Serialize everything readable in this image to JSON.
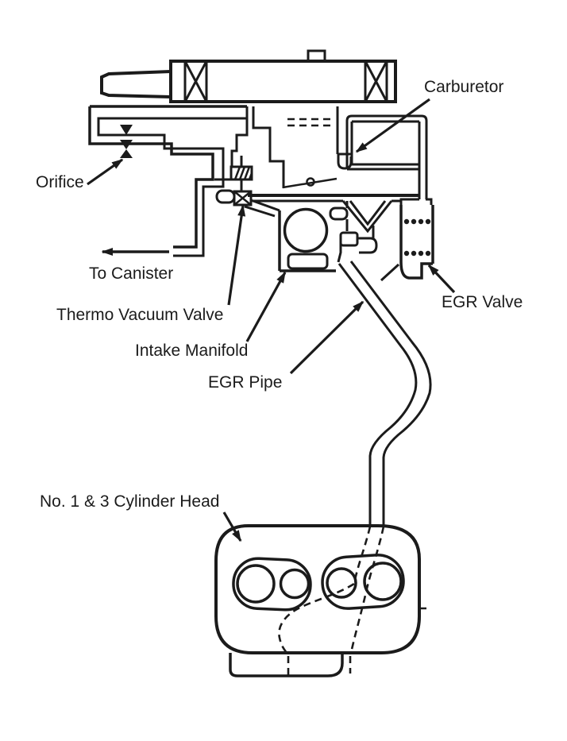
{
  "colors": {
    "ink": "#1b1b1b",
    "paper": "#ffffff"
  },
  "labels": {
    "carburetor": "Carburetor",
    "orifice": "Orifice",
    "to_canister": "To Canister",
    "thermo_vacuum_valve": "Thermo Vacuum Valve",
    "intake_manifold": "Intake Manifold",
    "egr_pipe": "EGR Pipe",
    "egr_valve": "EGR Valve",
    "cylinder_head": "No. 1 & 3 Cylinder Head"
  }
}
